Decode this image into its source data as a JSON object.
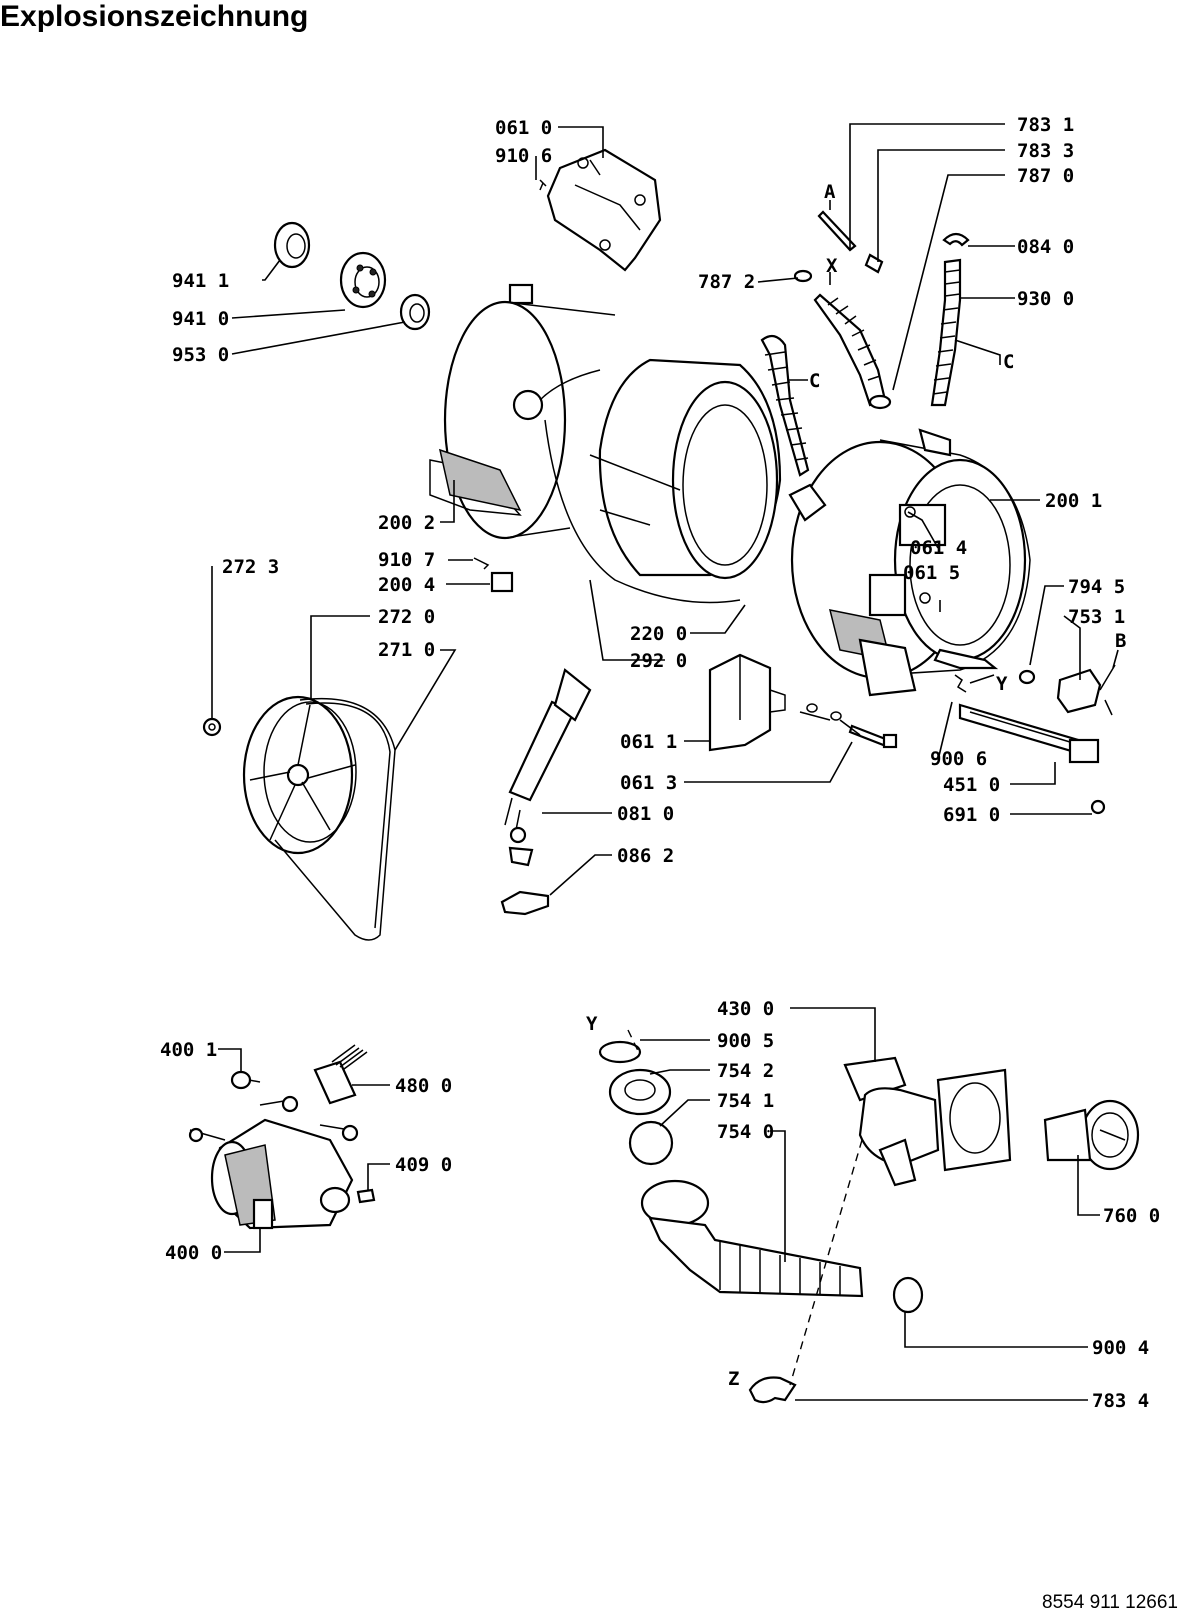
{
  "title": "Explosionszeichnung",
  "document_number": "8554 911 12661",
  "labels": {
    "p0610": "061 0",
    "p9106": "910 6",
    "p7831": "783 1",
    "p7833": "783 3",
    "p7870": "787 0",
    "pA1": "A",
    "p0840": "084 0",
    "p7872": "787 2",
    "pX": "X",
    "p9300": "930 0",
    "pC1": "C",
    "pC2": "C",
    "p9411": "941 1",
    "p9410": "941 0",
    "p9530": "953 0",
    "p2002": "200 2",
    "p2001": "200 1",
    "p0614": "061 4",
    "p0615": "061 5",
    "p9107": "910 7",
    "p2004": "200 4",
    "p2723": "272 3",
    "p2720": "272 0",
    "p2710": "271 0",
    "p2200": "220 0",
    "p2920": "292 0",
    "p7945": "794 5",
    "p7531": "753 1",
    "pB": "B",
    "pY1": "Y",
    "p0611": "061 1",
    "p0613": "061 3",
    "p9006": "900 6",
    "p4510": "451 0",
    "p6910": "691 0",
    "p0810": "081 0",
    "p0862": "086 2",
    "p4300": "430 0",
    "pY2": "Y",
    "p9005": "900 5",
    "p7542": "754 2",
    "p7541": "754 1",
    "p7540": "754 0",
    "p4001": "400 1",
    "p4800": "480 0",
    "p4090": "409 0",
    "p4000": "400 0",
    "p7600": "760 0",
    "p9004": "900 4",
    "pZ": "Z",
    "p7834": "783 4"
  }
}
